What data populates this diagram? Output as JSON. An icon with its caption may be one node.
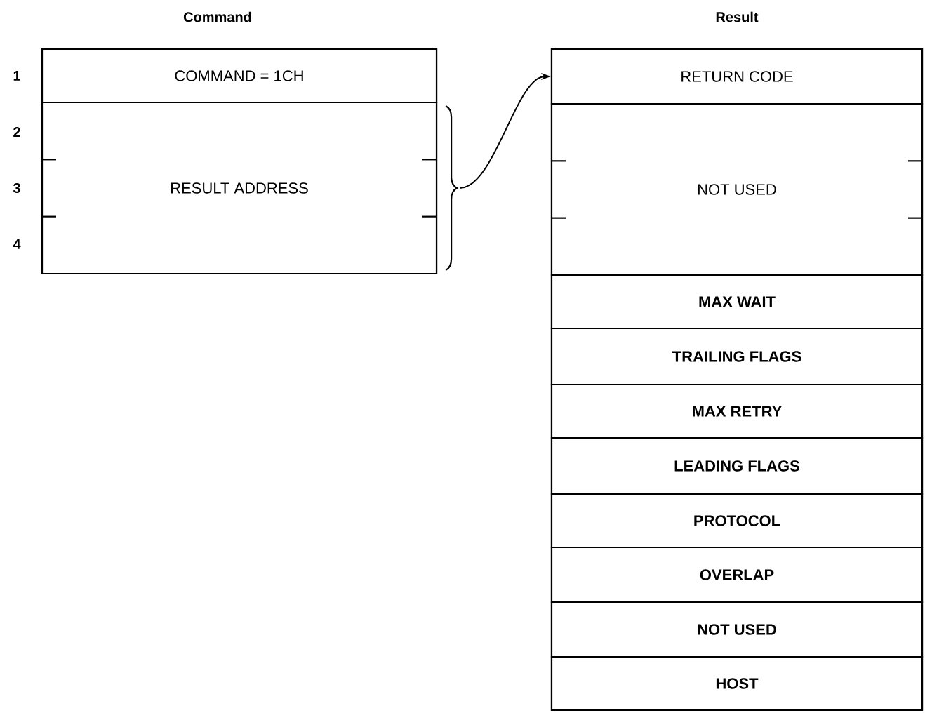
{
  "diagram": {
    "nodes": [
      {
        "text": [
          "Command"
        ]
      },
      {
        "text": [
          "COMMAND = 1CH"
        ],
        "in": 0
      },
      {
        "text": [
          "RESULT ADDRESS"
        ],
        "in": 0
      },
      {
        "text": [
          "Result"
        ]
      },
      {
        "text": [
          "RETURN CODE"
        ],
        "in": 3
      },
      {
        "text": [
          "NOT USED"
        ],
        "in": 3
      },
      {
        "text": [
          "MAX WAIT"
        ],
        "in": 3
      },
      {
        "text": [
          "TRAILING FLAGS"
        ],
        "in": 3
      },
      {
        "text": [
          "MAX RETRY"
        ],
        "in": 3
      },
      {
        "text": [
          "LEADING FLAGS"
        ],
        "in": 3
      },
      {
        "text": [
          "PROTOCOL"
        ],
        "in": 3
      },
      {
        "text": [
          "OVERLAP"
        ],
        "in": 3
      },
      {
        "text": [
          "NOT USED"
        ],
        "in": 3
      },
      {
        "text": [
          "HOST"
        ],
        "in": 3
      }
    ],
    "edges": [
      {
        "from": 2,
        "to": 4,
        "arrow": "to"
      }
    ],
    "labels": [
      "1",
      "2",
      "3",
      "4"
    ]
  }
}
